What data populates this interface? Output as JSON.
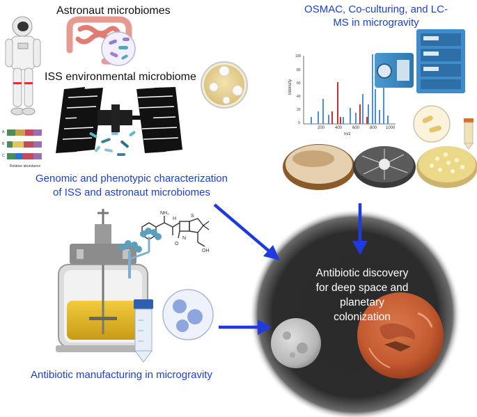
{
  "labels": {
    "astronaut_microbiomes": "Astronaut microbiomes",
    "iss_environmental": "ISS environmental microbiome",
    "osmac_line1": "OSMAC, Co-culturing, and LC-",
    "osmac_line2": "MS in microgravity",
    "genomic_line1": "Genomic and phenotypic characterization",
    "genomic_line2": "of ISS and astronaut microbiomes",
    "manufacturing": "Antibiotic manufacturing in microgravity",
    "center_line1": "Antibiotic discovery",
    "center_line2": "for deep space and",
    "center_line3": "planetary",
    "center_line4": "colonization"
  },
  "mass_spectrum": {
    "ylabel": "Intensity",
    "xlabel": "m/z",
    "x_ticks": [
      "200",
      "400",
      "600",
      "800",
      "1000"
    ],
    "y_ticks": [
      "0",
      "20",
      "40",
      "60",
      "80",
      "100"
    ]
  },
  "abundance_chart": {
    "xlabel": "Relative abundance",
    "row_labels": [
      "A",
      "B",
      "C"
    ]
  },
  "colors": {
    "label_blue": "#1a3fd6",
    "arrow_blue": "#1f3be0",
    "sphere_dark": "#2b2b2b",
    "mars": "#c8623a",
    "moon": "#bdbdbd"
  }
}
